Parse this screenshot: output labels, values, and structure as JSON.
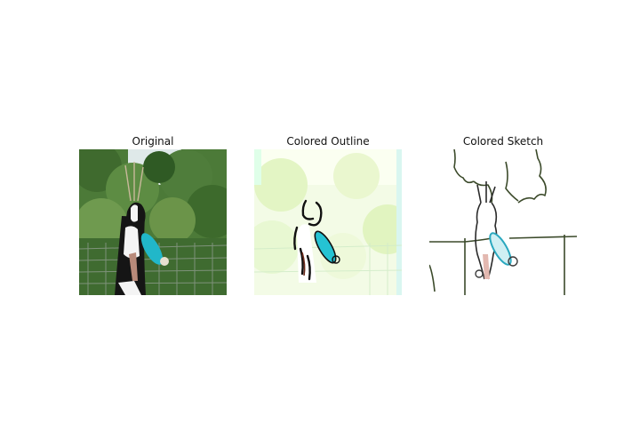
{
  "panels": [
    {
      "title": "Original"
    },
    {
      "title": "Colored Outline"
    },
    {
      "title": "Colored Sketch"
    }
  ],
  "colors": {
    "foliage": "#4f7a3a",
    "frisbee": "#21b7c9",
    "sky": "#dfe9e9",
    "dog_black": "#151515",
    "dog_white": "#f4f4f4"
  }
}
